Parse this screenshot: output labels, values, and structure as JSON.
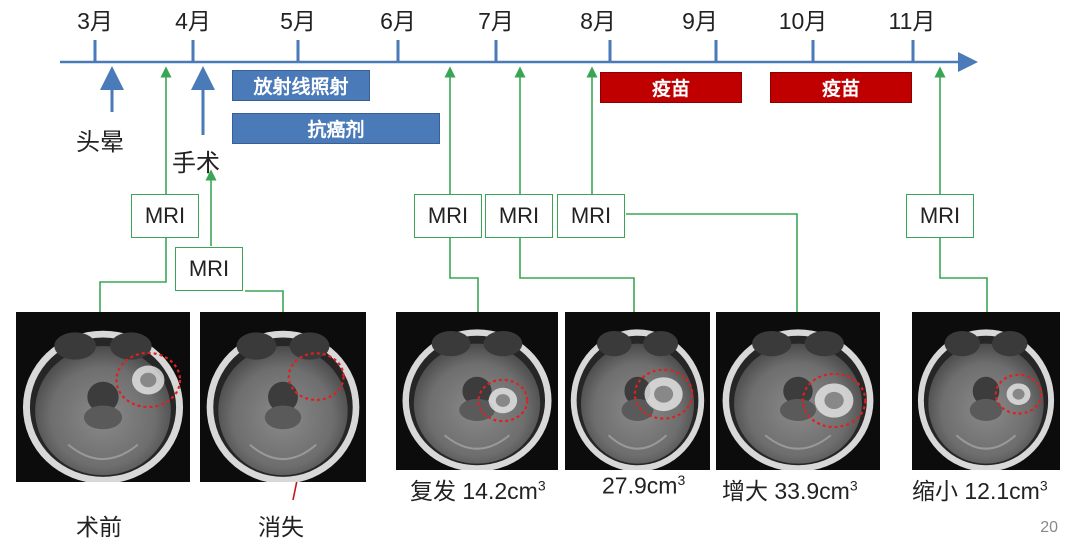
{
  "months": [
    "3月",
    "4月",
    "5月",
    "6月",
    "7月",
    "8月",
    "9月",
    "10月",
    "11月"
  ],
  "events": {
    "dizziness": "头晕",
    "surgery": "手术"
  },
  "treatments": {
    "radiation": "放射线照射",
    "anticancer": "抗癌剂",
    "vaccine1": "疫苗",
    "vaccine2": "疫苗"
  },
  "mri_label": "MRI",
  "captions": {
    "pre_op": "术前",
    "disappeared": "消失",
    "relapse": "复发 14.2cm",
    "second": "27.9cm",
    "enlarged": "增大  33.9cm",
    "shrunk": "缩小 12.1cm",
    "superscript": "3"
  },
  "page_number": "20",
  "colors": {
    "timeline": "#4a7ab8",
    "green": "#3aa655",
    "blue_bar": "#4a7ab8",
    "red_bar": "#c00000",
    "lesion_ring": "#e02020"
  }
}
